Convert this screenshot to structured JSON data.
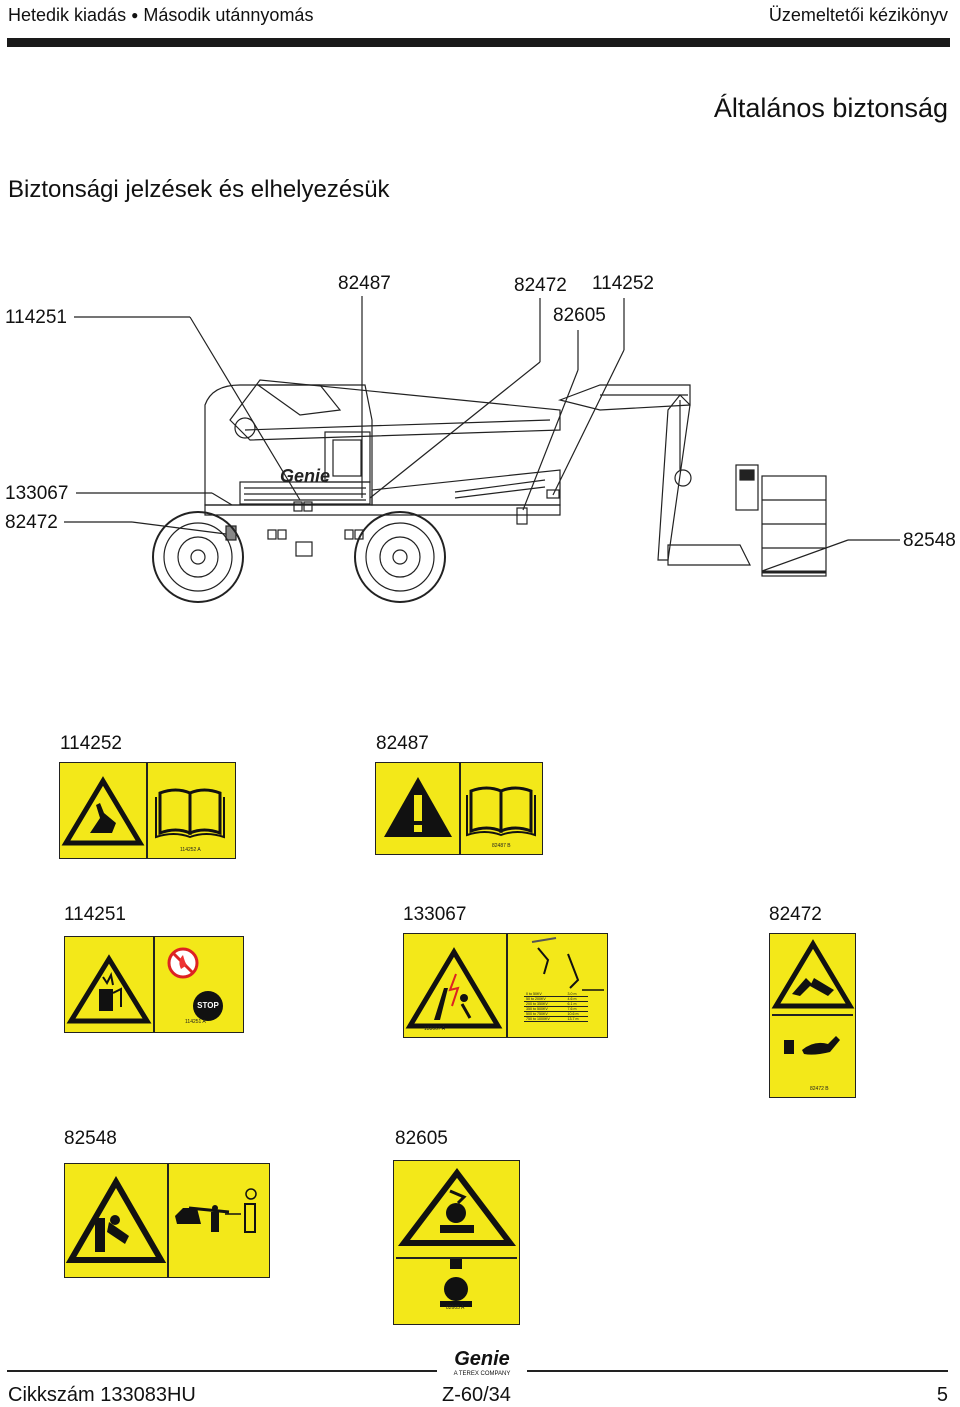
{
  "header": {
    "left": "Hetedik kiadás",
    "left_sep": "●",
    "left2": "Második utánnyomás",
    "right": "Üzemeltetői kézikönyv"
  },
  "page_title": "Általános biztonság",
  "section_title": "Biztonsági jelzések és elhelyezésük",
  "diagram_callouts": {
    "c114251": "114251",
    "c82487": "82487",
    "c82472_top": "82472",
    "c114252": "114252",
    "c82605": "82605",
    "c133067": "133067",
    "c82472_side": "82472",
    "c82548": "82548",
    "machine_logo": "Genie"
  },
  "decals": {
    "d114252": {
      "label": "114252",
      "code": "114252  A"
    },
    "d82487": {
      "label": "82487",
      "code": "82487  B"
    },
    "d114251": {
      "label": "114251",
      "code": "114251  A",
      "stop": "STOP"
    },
    "d133067": {
      "label": "133067",
      "code": "133067  A",
      "table": [
        [
          "0 to 50KV",
          "3.0 m"
        ],
        [
          "50 to 200KV",
          "4.6 m"
        ],
        [
          "200 to 350KV",
          "6.1 m"
        ],
        [
          "350 to 500KV",
          "7.6 m"
        ],
        [
          "500 to 750KV",
          "10.6 m"
        ],
        [
          "750 to 1000KV",
          "13.7 m"
        ]
      ]
    },
    "d82472": {
      "label": "82472",
      "code": "82472  B"
    },
    "d82548": {
      "label": "82548"
    },
    "d82605": {
      "label": "82605",
      "code": "82605  A"
    }
  },
  "footer": {
    "left": "Cikkszám  133083HU",
    "center": "Z-60/34",
    "right": "5",
    "logo": "Genie",
    "logo_sub": "A TEREX COMPANY"
  },
  "colors": {
    "decal_yellow": "#f3e819",
    "ink": "#111111"
  }
}
